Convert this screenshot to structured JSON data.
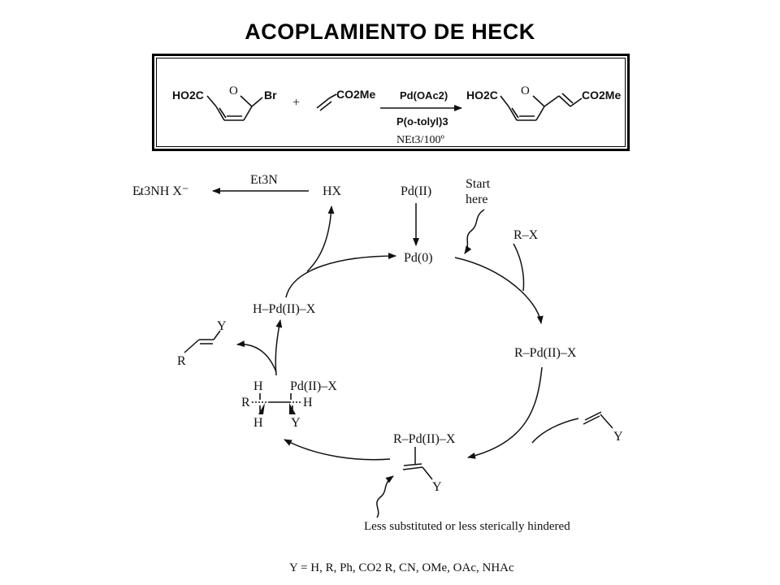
{
  "title": "ACOPLAMIENTO DE HECK",
  "reaction": {
    "reactant1_left": "HO2C",
    "reactant1_ring_o": "O",
    "reactant1_right": "Br",
    "plus": "+",
    "reactant2": "CO2Me",
    "reagent1": "Pd(OAc2)",
    "reagent2": "P(o-tolyl)3",
    "conditions": "NEt3/100º",
    "product_left": "HO2C",
    "product_ring_o": "O",
    "product_right": "CO2Me"
  },
  "cycle": {
    "salt": "Et3NH X⁻",
    "salt_plus": "+",
    "base": "Et3N",
    "hx": "HX",
    "pd2": "Pd(II)",
    "start_line1": "Start",
    "start_line2": "here",
    "pd0": "Pd(0)",
    "rx": "R–X",
    "hpdx": "H–Pd(II)–X",
    "rpdx": "R–Pd(II)–X",
    "product_y": "Y",
    "product_r": "R",
    "inter_h_top": "H",
    "inter_pdx": "Pd(II)–X",
    "inter_r": "R",
    "inter_h_right": "H",
    "inter_h_bottom": "H",
    "inter_y": "Y",
    "complex_top": "R–Pd(II)–X",
    "complex_y": "Y",
    "alkene_y": "Y",
    "note": "Less substituted or less sterically hindered",
    "y_def": "Y =  H, R, Ph, CO2 R, CN, OMe, OAc, NHAc"
  }
}
